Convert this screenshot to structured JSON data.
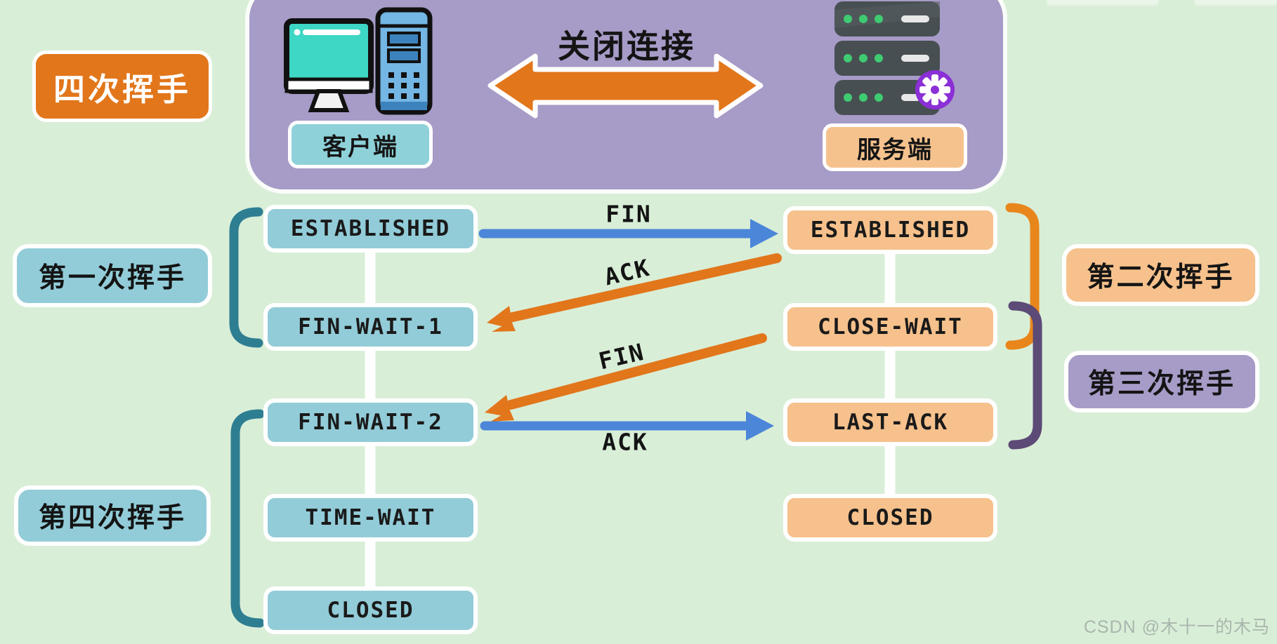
{
  "header": {
    "badge": "四次挥手",
    "connection_action": "关闭连接",
    "client_label": "客户端",
    "server_label": "服务端"
  },
  "client_states": [
    "ESTABLISHED",
    "FIN-WAIT-1",
    "FIN-WAIT-2",
    "TIME-WAIT",
    "CLOSED"
  ],
  "server_states": [
    "ESTABLISHED",
    "CLOSE-WAIT",
    "LAST-ACK",
    "CLOSED"
  ],
  "messages": [
    {
      "label": "FIN",
      "from": "client",
      "to": "server",
      "color": "#4c86d9"
    },
    {
      "label": "ACK",
      "from": "server",
      "to": "client",
      "color": "#e2761b"
    },
    {
      "label": "FIN",
      "from": "server",
      "to": "client",
      "color": "#e2761b"
    },
    {
      "label": "ACK",
      "from": "client",
      "to": "server",
      "color": "#4c86d9"
    }
  ],
  "wave_labels": [
    "第一次挥手",
    "第二次挥手",
    "第三次挥手",
    "第四次挥手"
  ],
  "watermark": "CSDN @木十一的木马",
  "colors": {
    "background": "#d9eed7",
    "panel_purple": "#a79bc7",
    "accent_orange": "#e2761b",
    "state_blue": "#92ccd8",
    "state_orange": "#f6c18c",
    "arrow_blue": "#4c86d9",
    "bracket_teal": "#2e7e92",
    "bracket_orange": "#e8861c",
    "bracket_purple": "#5c4a77",
    "server_green_led": "#3ecb71",
    "gear_purple": "#8b2fd6",
    "client_screen_teal": "#3ed6c4",
    "client_tower_blue": "#74b6e4"
  }
}
